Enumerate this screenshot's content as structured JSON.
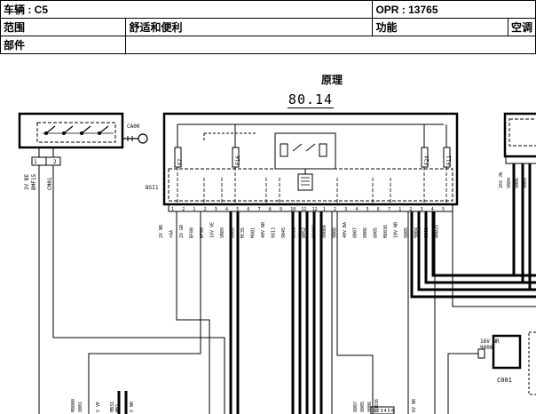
{
  "header": {
    "vehicle": "车辆 : C5",
    "opr": "OPR : 13765",
    "scope_label": "范围",
    "scope_value": "舒适和便利",
    "function_label": "功能",
    "function_value": "空调",
    "part_label": "部件"
  },
  "title": "原理",
  "ref": "80.14",
  "components": {
    "ca00": "CA00",
    "bsi1": "BSI1",
    "c001": "C001",
    "f7": "F7",
    "f16": "F16",
    "f24": "F24",
    "f11": "F11"
  },
  "connectors": {
    "left_pins": [
      "1",
      "2"
    ],
    "left_label_a": "3V BE",
    "left_label_b": "BMF15",
    "left_label_c": "CM01",
    "bsi_pins": [
      "1",
      "2",
      "1",
      "2",
      "3",
      "4",
      "5",
      "6",
      "7",
      "8",
      "9",
      "10",
      "11",
      "12",
      "1",
      "2",
      "3",
      "4",
      "5",
      "6",
      "7",
      "1",
      "2",
      "3",
      "4",
      "5"
    ],
    "bsi_labels": [
      "2V NR",
      "+AA",
      "2V GR",
      "BF00",
      "BF00",
      "16V VE",
      "VR09",
      "8080",
      "MC35",
      "M801",
      "40V NR",
      "9813",
      "9045",
      "8051",
      "8052",
      "9000C",
      "9000A",
      "9008",
      "40V BA",
      "8007",
      "8006",
      "8005",
      "M8036",
      "10V NR",
      "9005",
      "9004",
      "9001",
      "AR025"
    ],
    "right_labels": [
      "26V JN",
      "VR04",
      "9006",
      "9005"
    ],
    "c001_label_a": "16V NR",
    "c001_label_b": "9008",
    "bottom_labels": [
      "M8000",
      "8001",
      "V VE",
      "MB31",
      "MB2",
      "V NR",
      "8007",
      "8005",
      "8006",
      "M8036",
      "6V NR"
    ],
    "bottom_pins": [
      "1",
      "2",
      "3",
      "4",
      "5",
      "6"
    ]
  }
}
